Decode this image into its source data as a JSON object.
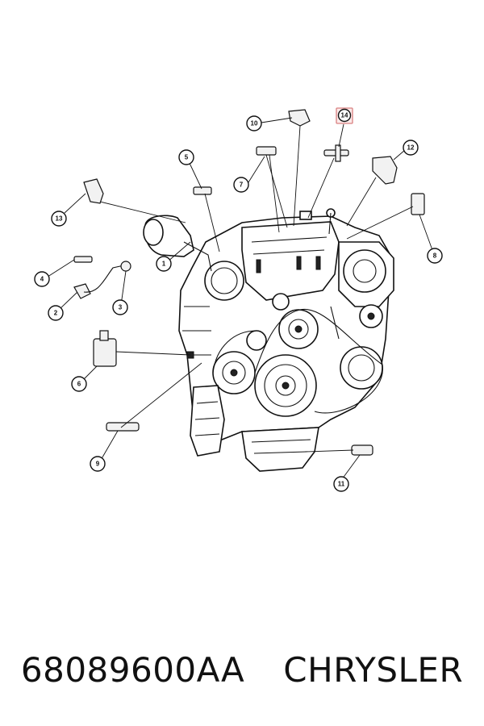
{
  "callouts": [
    {
      "label": "1",
      "highlight": false
    },
    {
      "label": "2",
      "highlight": false
    },
    {
      "label": "3",
      "highlight": false
    },
    {
      "label": "4",
      "highlight": false
    },
    {
      "label": "5",
      "highlight": false
    },
    {
      "label": "6",
      "highlight": false
    },
    {
      "label": "7",
      "highlight": false
    },
    {
      "label": "8",
      "highlight": false
    },
    {
      "label": "9",
      "highlight": false
    },
    {
      "label": "10",
      "highlight": false
    },
    {
      "label": "11",
      "highlight": false
    },
    {
      "label": "12",
      "highlight": false
    },
    {
      "label": "13",
      "highlight": false
    },
    {
      "label": "14",
      "highlight": true
    }
  ],
  "caption": {
    "part_number": "68089600AA",
    "brand": "CHRYSLER"
  },
  "colors": {
    "highlight": "#d98080",
    "line": "#111111"
  }
}
